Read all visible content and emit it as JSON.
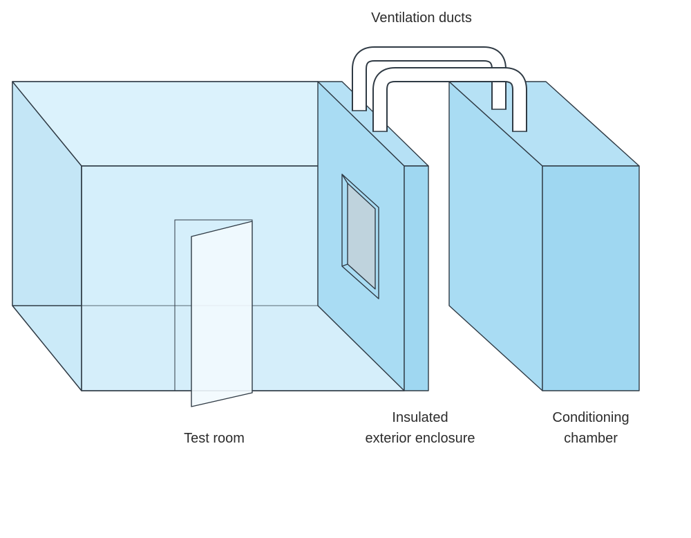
{
  "labels": {
    "ducts": "Ventilation ducts",
    "test_room": "Test room",
    "enclosure_line1": "Insulated",
    "enclosure_line2": "exterior enclosure",
    "chamber_line1": "Conditioning",
    "chamber_line2": "chamber"
  },
  "colors": {
    "room_face": "#d6effb",
    "room_side": "#c4e6f6",
    "wall_face": "#a9dcf3",
    "wall_side": "#9fd7f1",
    "window_glass": "#bfd3dd",
    "duct_fill": "#ffffff",
    "outline": "#2f3a44"
  }
}
